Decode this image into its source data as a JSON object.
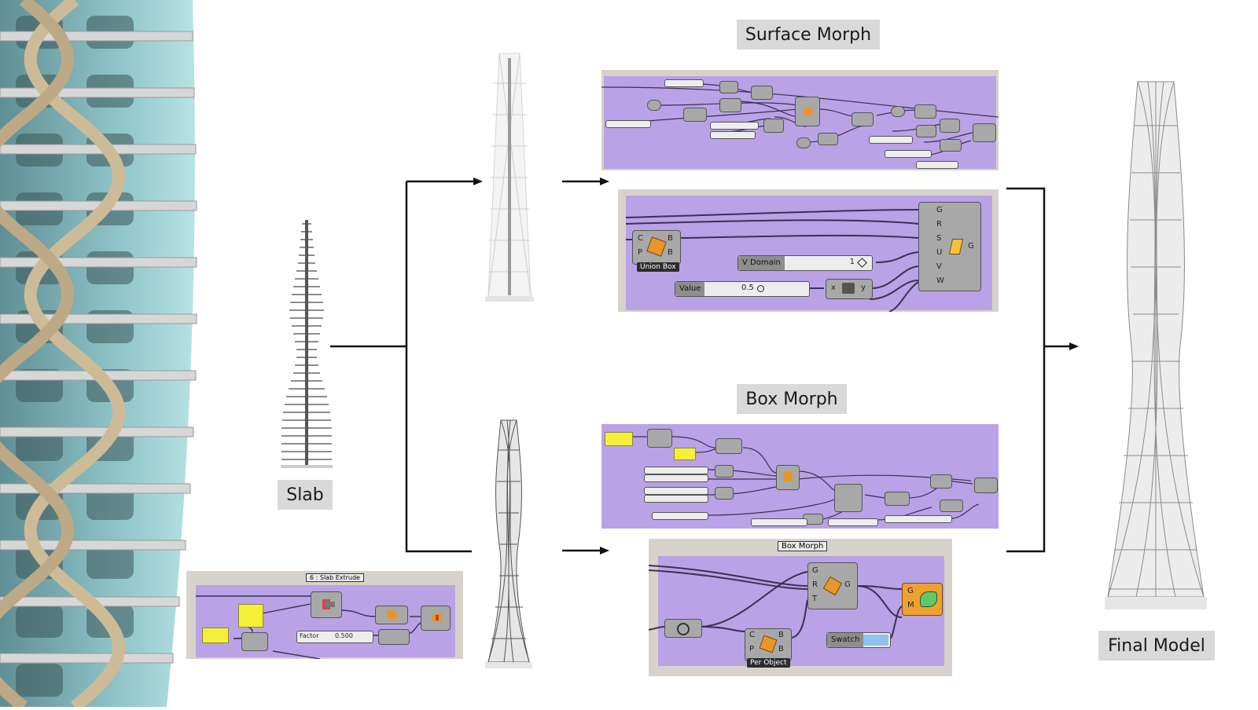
{
  "labels": {
    "surface_morph": "Surface Morph",
    "box_morph": "Box Morph",
    "slab": "Slab",
    "final_model": "Final Model"
  },
  "slab_panel": {
    "group_title": "6 : Slab Extrude",
    "factor_label": "Factor",
    "factor_value": "0.500"
  },
  "surface_morph_detail": {
    "component": "Union Box",
    "box_ports": [
      "C",
      "P",
      "B",
      "B"
    ],
    "inputs": [
      "G",
      "R",
      "S",
      "U",
      "V",
      "W"
    ],
    "output": "G",
    "v_domain_label": "V Domain",
    "v_domain_value": "1",
    "value_label": "Value",
    "value_value": "0.5",
    "expr_x": "x",
    "expr_y": "y"
  },
  "box_morph_detail": {
    "group_title": "Box Morph",
    "inputs": [
      "G",
      "R",
      "T"
    ],
    "output": "G",
    "per_object": "Per Object",
    "box_ports": [
      "C",
      "P",
      "B",
      "B"
    ],
    "swatch_label": "Swatch",
    "preview_ports": [
      "G",
      "M"
    ]
  },
  "colors": {
    "canvas": "#b9a2e6",
    "panel": "#d8d3ca",
    "swatch": "#8fc3ef",
    "label_bg": "#d9d9d9"
  }
}
